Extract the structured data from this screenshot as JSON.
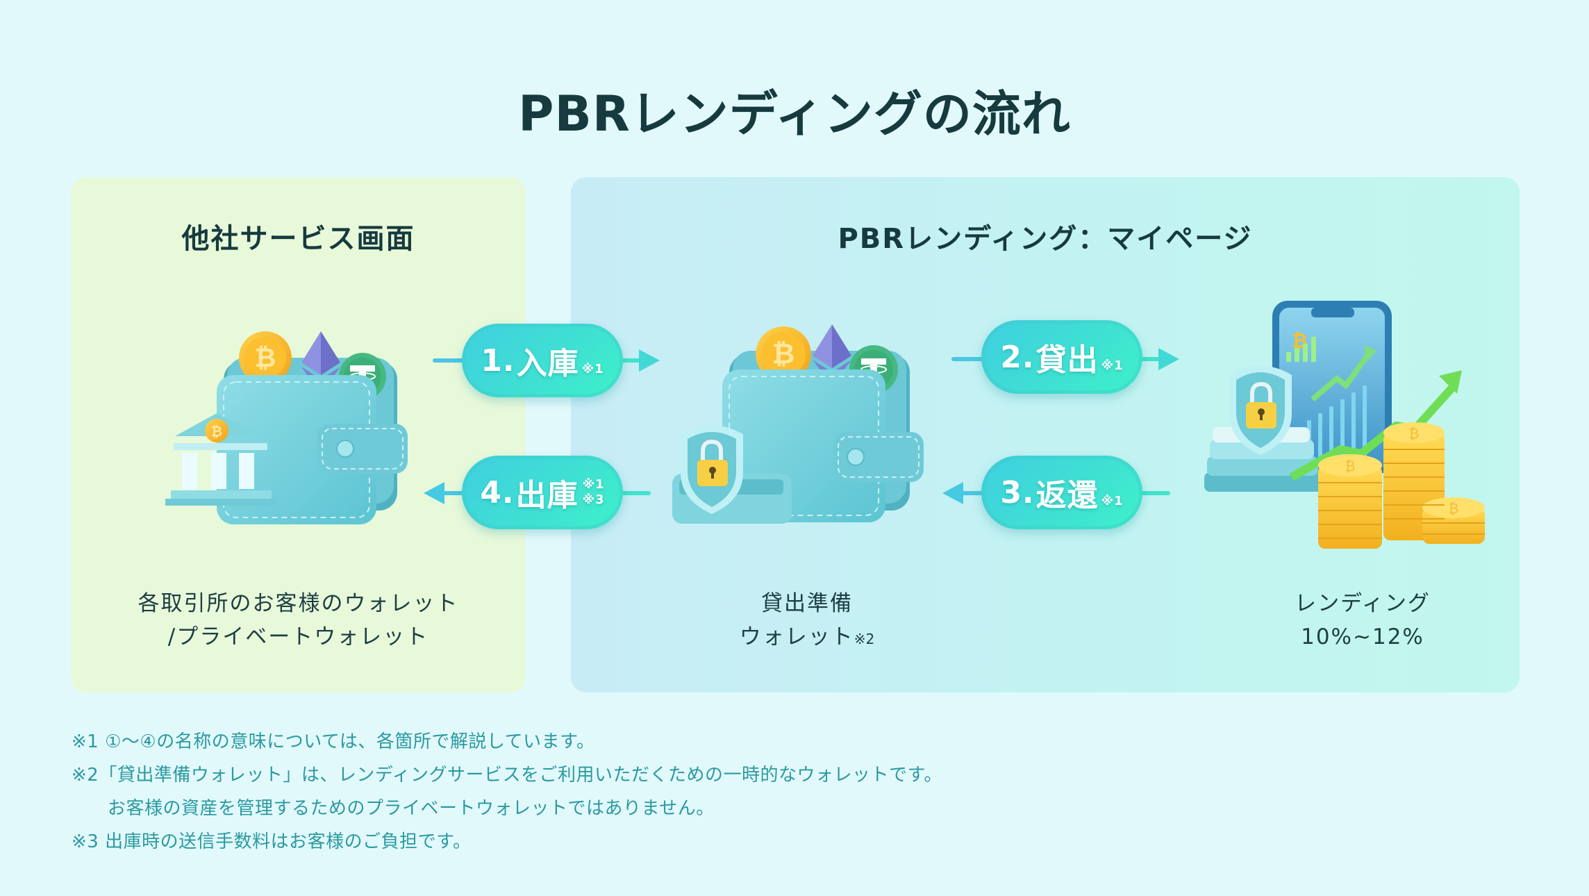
{
  "title": "PBRレンディングの流れ",
  "panels": {
    "left": {
      "title": "他社サービス画面",
      "caption_line1": "各取引所のお客様のウォレット",
      "caption_line2": "/プライベートウォレット"
    },
    "right": {
      "title": "PBRレンディング：マイページ",
      "wallet_caption_line1": "貸出準備",
      "wallet_caption_line2": "ウォレット",
      "wallet_caption_note": "※2",
      "lending_caption_line1": "レンディング",
      "lending_rate": "10%~12%"
    }
  },
  "steps": [
    {
      "number": "1.",
      "label": "入庫",
      "notes": [
        "※1"
      ],
      "direction": "right"
    },
    {
      "number": "2.",
      "label": "貸出",
      "notes": [
        "※1"
      ],
      "direction": "right"
    },
    {
      "number": "3.",
      "label": "返還",
      "notes": [
        "※1"
      ],
      "direction": "left"
    },
    {
      "number": "4.",
      "label": "出庫",
      "notes": [
        "※1",
        "※3"
      ],
      "direction": "left"
    }
  ],
  "footnotes": [
    "※1 ①～④の名称の意味については、各箇所で解説しています。",
    "※2「貸出準備ウォレット」は、レンディングサービスをご利用いただくための一時的なウォレットです。",
    "お客様の資産を管理するためのプライベートウォレットではありません。",
    "※3 出庫時の送信手数料はお客様のご負担です。"
  ],
  "icons": {
    "left_illustration": "wallet-with-crypto-and-bank-icon",
    "middle_illustration": "wallet-with-crypto-and-shield-lock-icon",
    "right_illustration": "phone-chart-shield-coins-icon"
  },
  "colors": {
    "background": "#e2f9fc",
    "left_panel": "#e8f9da",
    "right_panel_start": "#c8ecf6",
    "right_panel_end": "#c1f7ee",
    "pill_start": "#3fcfe0",
    "pill_end": "#3ef1c8",
    "title_text": "#163a3e",
    "footnote_text": "#2a9aa0"
  }
}
